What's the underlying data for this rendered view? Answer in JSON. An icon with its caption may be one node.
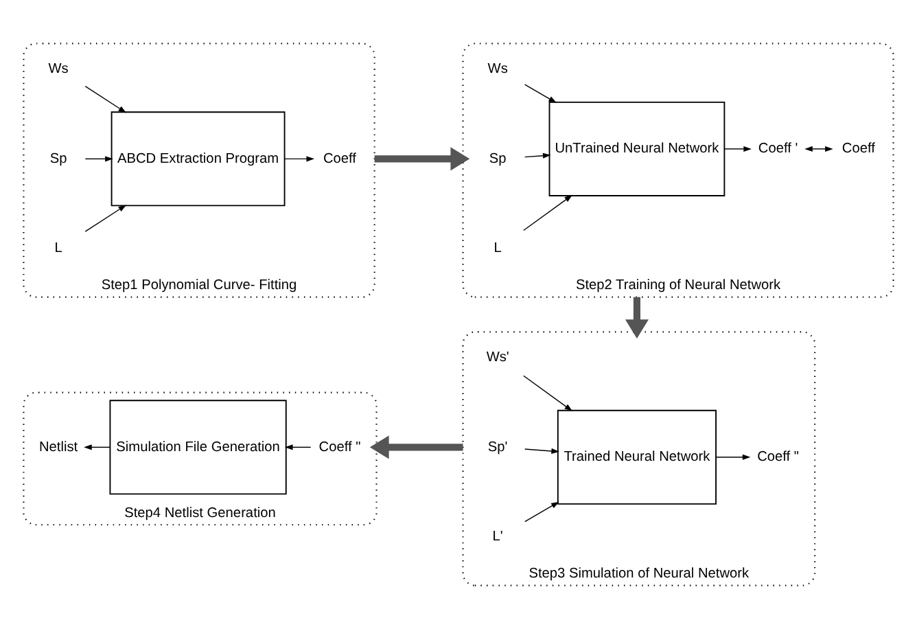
{
  "diagram": {
    "nodes": [
      {
        "text": [
          "Step1 Polynomial Curve- Fitting"
        ]
      },
      {
        "text": [
          "Ws"
        ],
        "in": 0
      },
      {
        "text": [
          "Sp"
        ],
        "in": 0
      },
      {
        "text": [
          "L"
        ],
        "in": 0
      },
      {
        "text": [
          "ABCD Extraction Program"
        ],
        "in": 0
      },
      {
        "text": [
          "Coeff"
        ],
        "in": 0
      },
      {
        "text": [
          "Step2 Training of Neural Network"
        ]
      },
      {
        "text": [
          "Ws"
        ],
        "in": 6
      },
      {
        "text": [
          "Sp"
        ],
        "in": 6
      },
      {
        "text": [
          "L"
        ],
        "in": 6
      },
      {
        "text": [
          "UnTrained Neural Network"
        ],
        "in": 6
      },
      {
        "text": [
          "Coeff '"
        ],
        "in": 6
      },
      {
        "text": [
          "Coeff"
        ],
        "in": 6
      },
      {
        "text": [
          "Step3 Simulation of Neural Network"
        ]
      },
      {
        "text": [
          "Ws'"
        ],
        "in": 13
      },
      {
        "text": [
          "Sp'"
        ],
        "in": 13
      },
      {
        "text": [
          "L'"
        ],
        "in": 13
      },
      {
        "text": [
          "Trained Neural Network"
        ],
        "in": 13
      },
      {
        "text": [
          "Coeff \""
        ],
        "in": 13
      },
      {
        "text": [
          "Step4 Netlist Generation"
        ]
      },
      {
        "text": [
          "Simulation File Generation"
        ],
        "in": 19
      },
      {
        "text": [
          "Coeff \""
        ],
        "in": 19
      },
      {
        "text": [
          "Netlist"
        ],
        "in": 19
      }
    ],
    "edges": [
      {
        "from": 1,
        "to": 4,
        "arrow": "to"
      },
      {
        "from": 2,
        "to": 4,
        "arrow": "to"
      },
      {
        "from": 3,
        "to": 4,
        "arrow": "to"
      },
      {
        "from": 4,
        "to": 5,
        "arrow": "to"
      },
      {
        "from": 0,
        "to": 6,
        "arrow": "to",
        "style": "thick",
        "color": "#555555"
      },
      {
        "from": 7,
        "to": 10,
        "arrow": "to"
      },
      {
        "from": 8,
        "to": 10,
        "arrow": "to"
      },
      {
        "from": 9,
        "to": 10,
        "arrow": "to"
      },
      {
        "from": 10,
        "to": 11,
        "arrow": "to"
      },
      {
        "from": 11,
        "to": 12,
        "arrow": "both"
      },
      {
        "from": 6,
        "to": 13,
        "arrow": "to",
        "style": "thick",
        "color": "#555555"
      },
      {
        "from": 14,
        "to": 17,
        "arrow": "to"
      },
      {
        "from": 15,
        "to": 17,
        "arrow": "to"
      },
      {
        "from": 16,
        "to": 17,
        "arrow": "to"
      },
      {
        "from": 17,
        "to": 18,
        "arrow": "to"
      },
      {
        "from": 13,
        "to": 19,
        "arrow": "to",
        "style": "thick",
        "color": "#555555"
      },
      {
        "from": 21,
        "to": 20,
        "arrow": "to"
      },
      {
        "from": 20,
        "to": 22,
        "arrow": "to"
      }
    ]
  }
}
